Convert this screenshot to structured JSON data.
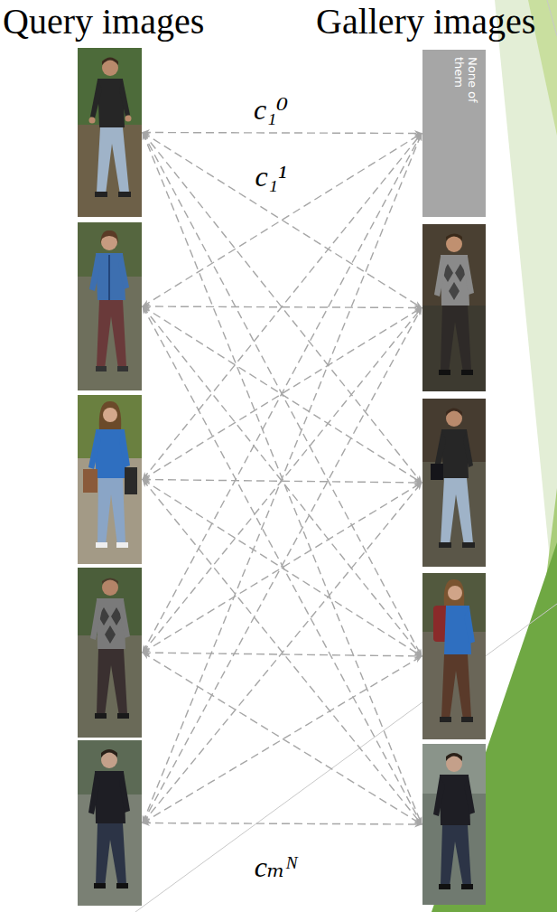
{
  "diagram": {
    "nodes": [
      {
        "text": []
      },
      {
        "text": []
      },
      {
        "text": []
      },
      {
        "text": []
      },
      {
        "text": []
      },
      {
        "text": [
          "None of them"
        ]
      },
      {
        "text": []
      },
      {
        "text": []
      },
      {
        "text": []
      },
      {
        "text": []
      }
    ],
    "edges": [
      {
        "from": 0,
        "to": 5,
        "arrow": "both",
        "label": "c₁⁰"
      },
      {
        "from": 0,
        "to": 6,
        "arrow": "both",
        "label": "c₁¹"
      },
      {
        "from": 0,
        "to": 7,
        "arrow": "both"
      },
      {
        "from": 0,
        "to": 8,
        "arrow": "both"
      },
      {
        "from": 0,
        "to": 9,
        "arrow": "both"
      },
      {
        "from": 1,
        "to": 5,
        "arrow": "both"
      },
      {
        "from": 1,
        "to": 6,
        "arrow": "both"
      },
      {
        "from": 1,
        "to": 7,
        "arrow": "both"
      },
      {
        "from": 1,
        "to": 8,
        "arrow": "both"
      },
      {
        "from": 1,
        "to": 9,
        "arrow": "both"
      },
      {
        "from": 2,
        "to": 5,
        "arrow": "both"
      },
      {
        "from": 2,
        "to": 6,
        "arrow": "both"
      },
      {
        "from": 2,
        "to": 7,
        "arrow": "both"
      },
      {
        "from": 2,
        "to": 8,
        "arrow": "both"
      },
      {
        "from": 2,
        "to": 9,
        "arrow": "both"
      },
      {
        "from": 3,
        "to": 5,
        "arrow": "both"
      },
      {
        "from": 3,
        "to": 6,
        "arrow": "both"
      },
      {
        "from": 3,
        "to": 7,
        "arrow": "both"
      },
      {
        "from": 3,
        "to": 8,
        "arrow": "both"
      },
      {
        "from": 3,
        "to": 9,
        "arrow": "both"
      },
      {
        "from": 4,
        "to": 5,
        "arrow": "both"
      },
      {
        "from": 4,
        "to": 6,
        "arrow": "both"
      },
      {
        "from": 4,
        "to": 7,
        "arrow": "both"
      },
      {
        "from": 4,
        "to": 8,
        "arrow": "both"
      },
      {
        "from": 4,
        "to": 9,
        "arrow": "both",
        "label": "cₘᴺ"
      }
    ],
    "labels": [
      "Query images",
      "Gallery images"
    ]
  }
}
